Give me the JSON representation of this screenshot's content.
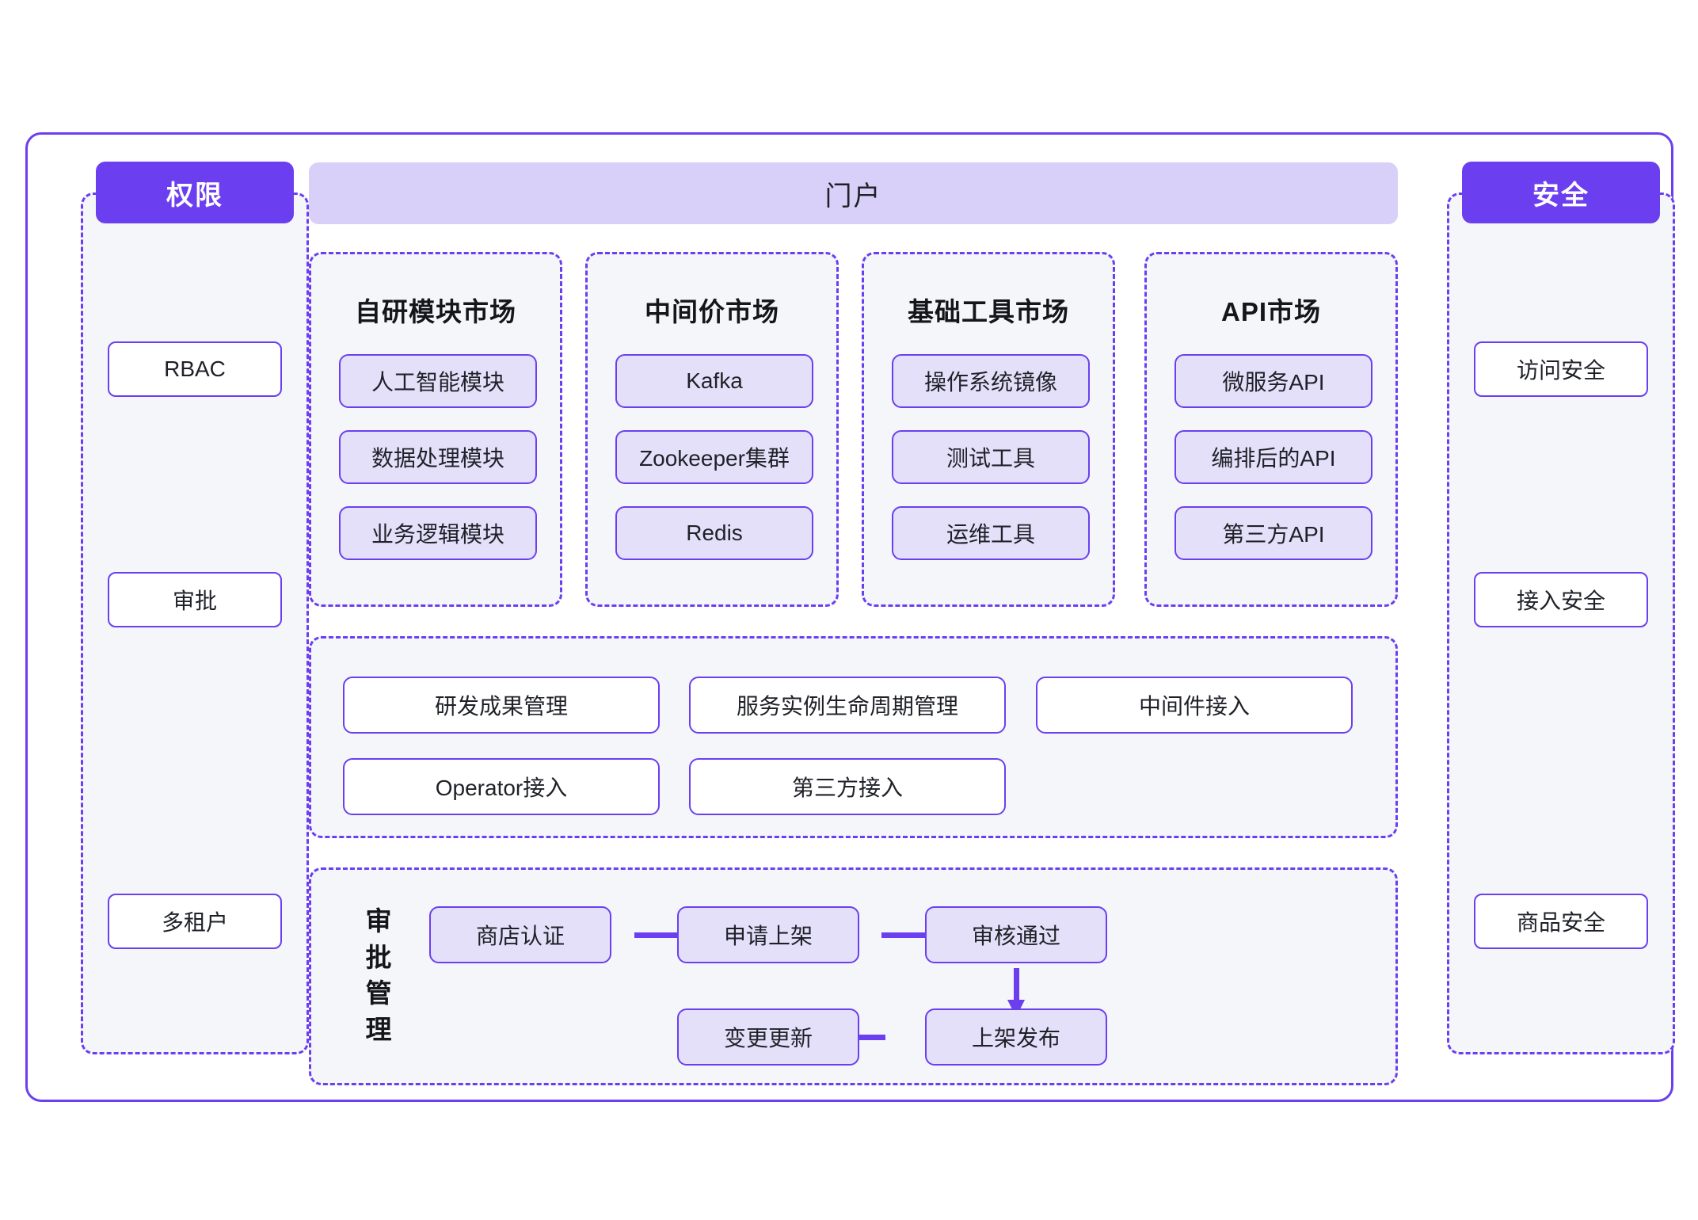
{
  "permission_column": {
    "header": "权限",
    "items": [
      {
        "label": "RBAC"
      },
      {
        "label": "审批"
      },
      {
        "label": "多租户"
      }
    ]
  },
  "security_column": {
    "header": "安全",
    "items": [
      {
        "label": "访问安全"
      },
      {
        "label": "接入安全"
      },
      {
        "label": "商品安全"
      }
    ]
  },
  "portal": {
    "title": "门户"
  },
  "markets": [
    {
      "title": "自研模块市场",
      "items": [
        "人工智能模块",
        "数据处理模块",
        "业务逻辑模块"
      ]
    },
    {
      "title": "中间价市场",
      "items": [
        "Kafka",
        "Zookeeper集群",
        "Redis"
      ]
    },
    {
      "title": "基础工具市场",
      "items": [
        "操作系统镜像",
        "测试工具",
        "运维工具"
      ]
    },
    {
      "title": "API市场",
      "items": [
        "微服务API",
        "编排后的API",
        "第三方API"
      ]
    }
  ],
  "services": {
    "row1": [
      "研发成果管理",
      "服务实例生命周期管理",
      "中间件接入"
    ],
    "row2": [
      "Operator接入",
      "第三方接入"
    ]
  },
  "approval": {
    "label": "审批管理",
    "steps": {
      "store_certification": "商店认证",
      "apply_listing": "申请上架",
      "review_passed": "审核通过",
      "publish": "上架发布",
      "change_update": "变更更新"
    }
  },
  "colors": {
    "accent": "#6b3ff0",
    "chip_fill": "#e5e0fa",
    "portal_fill": "#d8d0f8",
    "panel_fill": "#f5f6f9"
  }
}
